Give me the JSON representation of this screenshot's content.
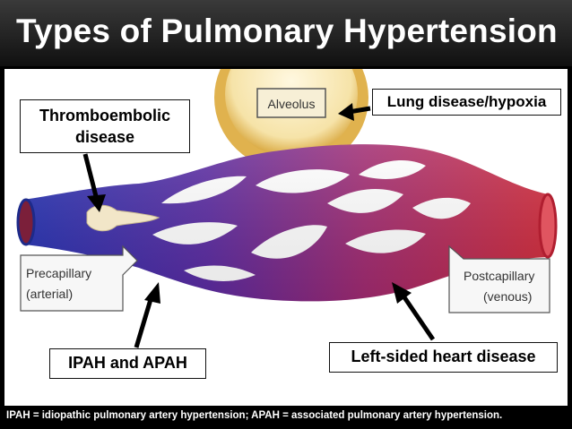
{
  "title": "Types of Pulmonary Hypertension",
  "diagram": {
    "alveolus_label": "Alveolus",
    "precapillary_line1": "Precapillary",
    "precapillary_line2": "(arterial)",
    "postcapillary_line1": "Postcapillary",
    "postcapillary_line2": "(venous)"
  },
  "callouts": {
    "thromboembolic_line1": "Thromboembolic",
    "thromboembolic_line2": "disease",
    "lung": "Lung disease/hypoxia",
    "ipah": "IPAH and APAH",
    "heart": "Left-sided heart disease"
  },
  "footnote": "IPAH = idiopathic pulmonary artery hypertension; APAH = associated pulmonary artery hypertension.",
  "colors": {
    "arterial": "#2a3ab8",
    "venous": "#c8243c",
    "alveolus": "#e3b64f"
  }
}
